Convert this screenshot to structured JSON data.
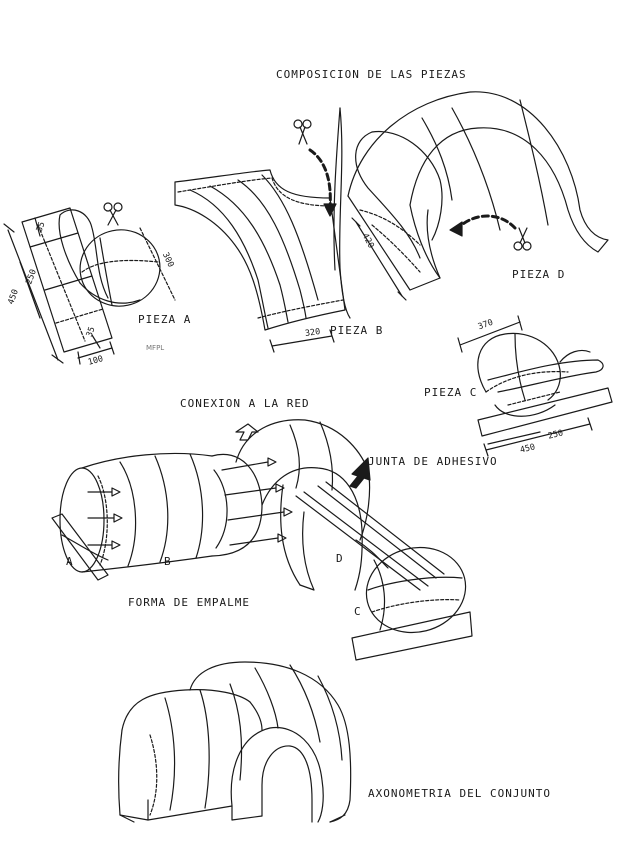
{
  "titles": {
    "composition": "COMPOSICION DE LAS PIEZAS",
    "connection": "CONEXION A LA RED",
    "adhesive_joint": "JUNTA DE ADHESIVO",
    "joint_form": "FORMA DE EMPALME",
    "axonometry": "AXONOMETRIA DEL CONJUNTO"
  },
  "pieces": {
    "a": "PIEZA A",
    "b": "PIEZA B",
    "c": "PIEZA C",
    "d": "PIEZA D"
  },
  "letters": {
    "a": "A",
    "b": "B",
    "c": "C",
    "d": "D"
  },
  "dimensions": {
    "a_35_top": "35",
    "a_250": "250",
    "a_450": "450",
    "a_300": "300",
    "a_35_bottom": "35",
    "a_100": "100",
    "b_320": "320",
    "d_420": "420",
    "c_370": "370",
    "c_250": "250",
    "c_450": "450"
  },
  "handwritten_note": "MFPL",
  "colors": {
    "ink": "#1a1a1a",
    "paper": "#ffffff"
  },
  "icons": [
    "scissors-icon",
    "dashed-arrow-icon",
    "cursor-arrow-icon",
    "hollow-arrow-icon"
  ]
}
